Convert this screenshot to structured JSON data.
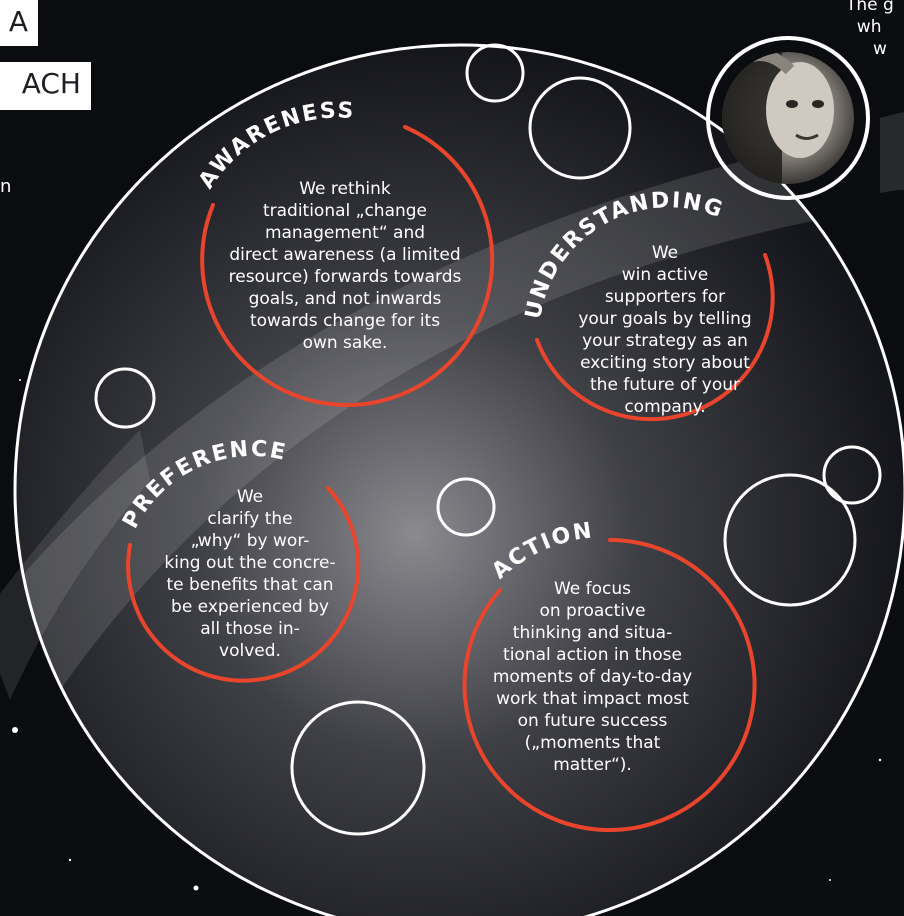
{
  "header": {
    "title_line1": "A",
    "title_line2": "ACH",
    "partial_text": "n"
  },
  "quote": {
    "text": "The g\n  wh\n     w"
  },
  "sections": {
    "awareness": {
      "title": "AWARENESS",
      "lines": [
        "We rethink",
        "traditional „change",
        "management“ and",
        "direct awareness (a limited",
        "resource) forwards towards",
        "goals, and not inwards",
        "towards change for its",
        "own sake."
      ]
    },
    "understanding": {
      "title": "UNDERSTANDING",
      "lines": [
        "We",
        "win  active",
        "supporters  for",
        "your goals by telling",
        "your strategy as an",
        "exciting story about",
        "the future of your",
        "company."
      ]
    },
    "preference": {
      "title": "PREFERENCE",
      "lines": [
        "We",
        "clarify  the",
        "„why“  by  wor-",
        "king out the concre-",
        "te benefits that can",
        "be experienced by",
        "all  those  in-",
        "volved."
      ]
    },
    "action": {
      "title": "ACTION",
      "lines": [
        "We focus",
        "on  proactive",
        "thinking and situa-",
        "tional action in those",
        "moments of day-to-day",
        "work that impact most",
        "on future success",
        "(„moments that",
        "matter“)."
      ]
    }
  },
  "colors": {
    "accent_red": "#e8452c",
    "circle_outline": "#ffffff",
    "background": "#0b0c10"
  }
}
